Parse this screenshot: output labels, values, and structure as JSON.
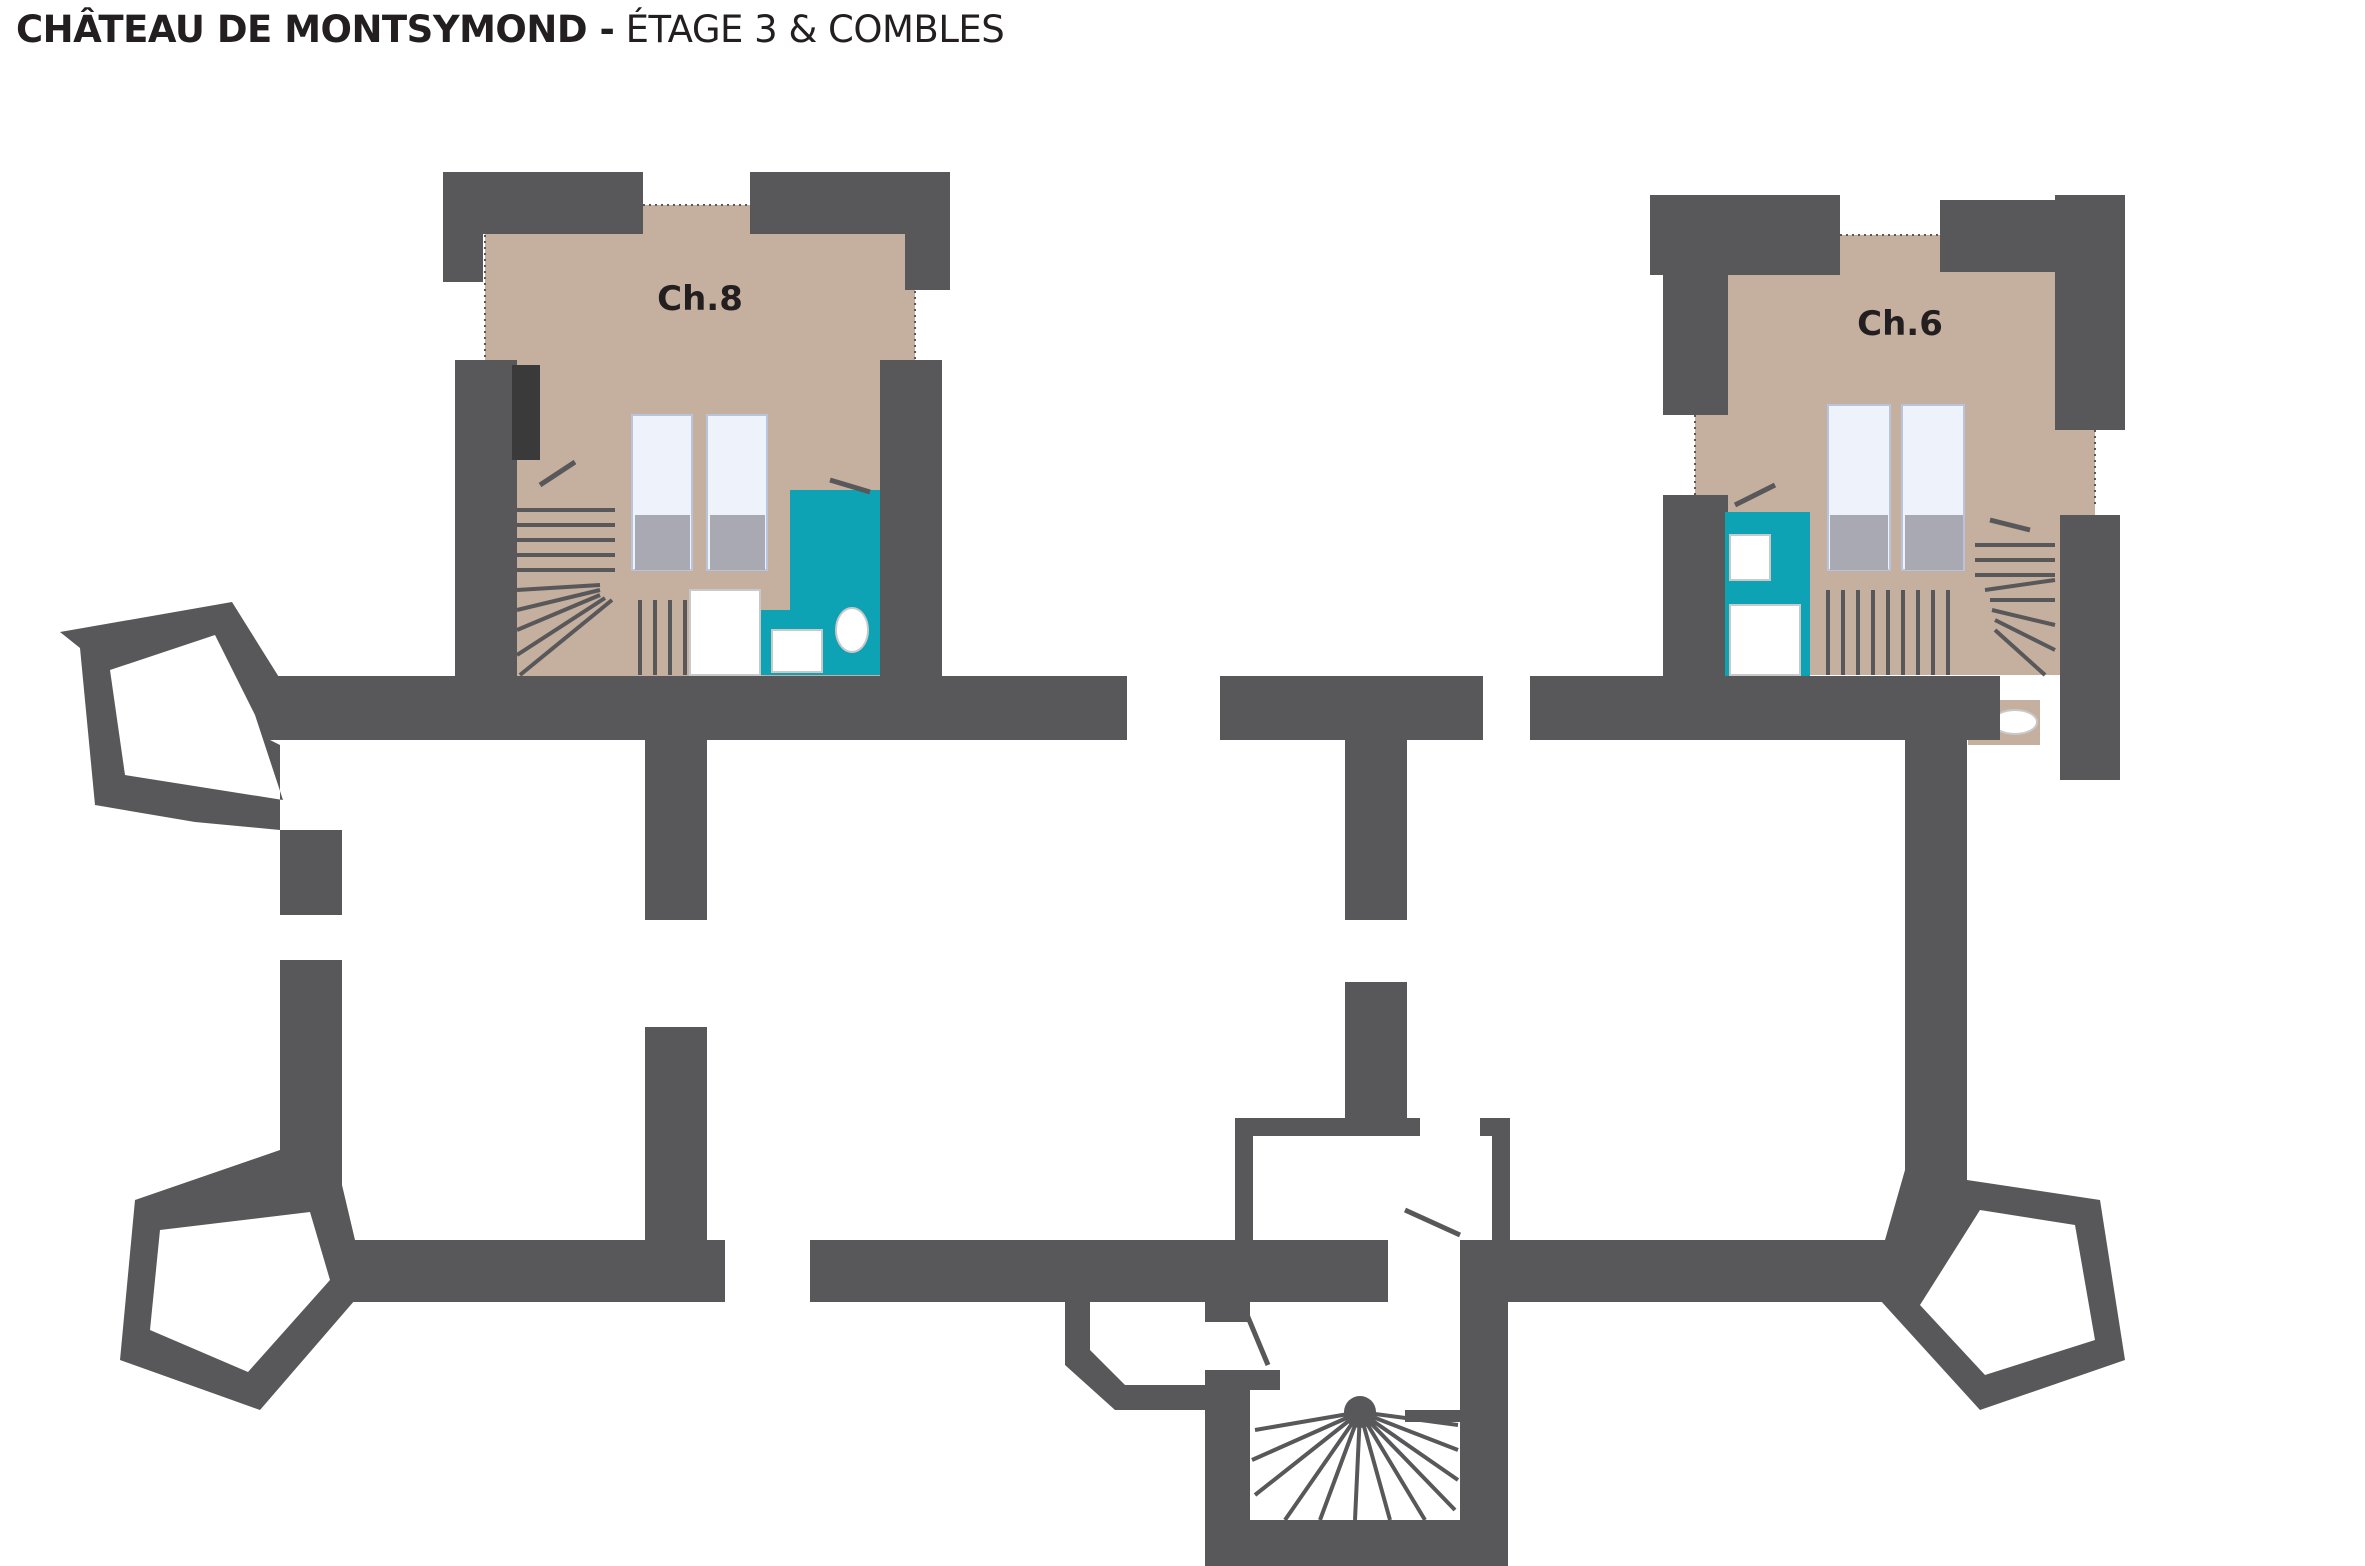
{
  "title": {
    "bold": "CHÂTEAU DE MONTSYMOND -",
    "light": "ÉTAGE 3 & COMBLES"
  },
  "rooms": {
    "ch8": {
      "label": "Ch.8"
    },
    "ch6": {
      "label": "Ch.6"
    }
  },
  "colors": {
    "wall": "#58585a",
    "floor": "#c5b09f",
    "bathroom": "#0da2b4",
    "background": "#ffffff"
  }
}
